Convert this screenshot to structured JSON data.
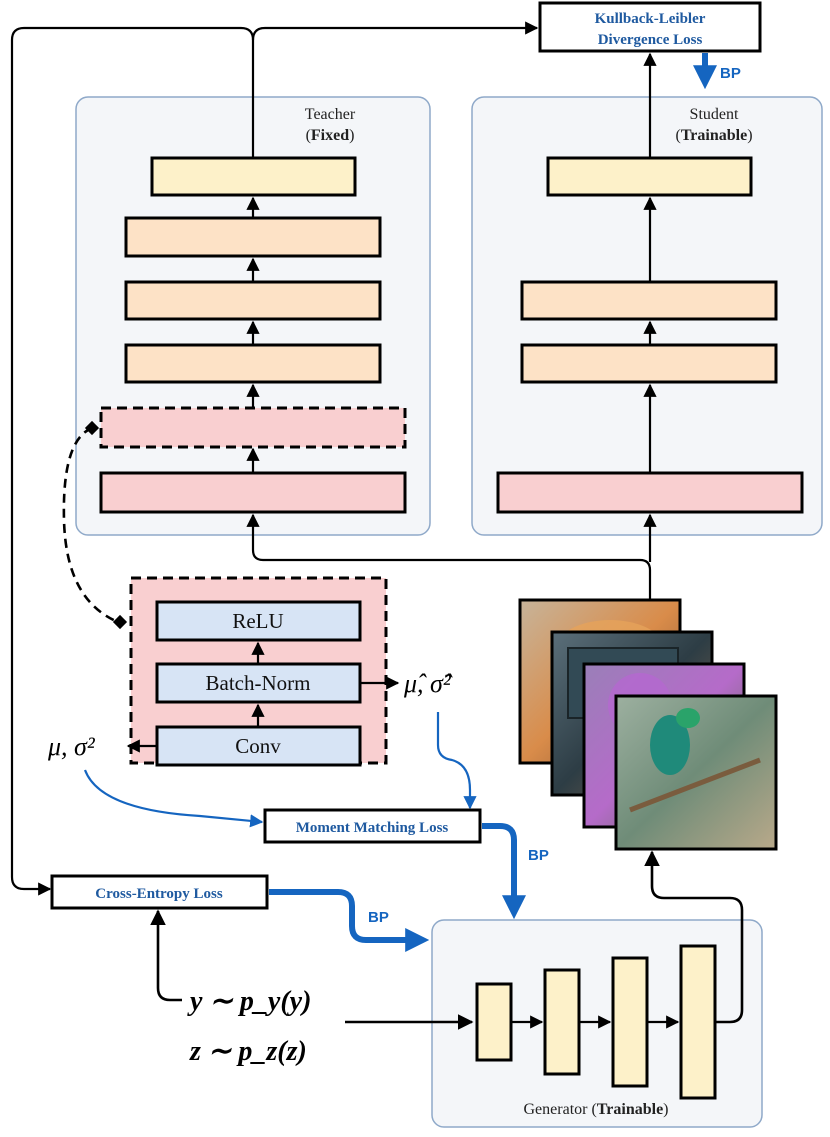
{
  "losses": {
    "kl_line1": "Kullback-Leibler",
    "kl_line2": "Divergence Loss",
    "moment": "Moment Matching Loss",
    "cross_entropy": "Cross-Entropy Loss"
  },
  "bp_label": "BP",
  "teacher": {
    "name": "Teacher",
    "paren_open": "(",
    "status": "Fixed",
    "paren_close": ")"
  },
  "student": {
    "name": "Student",
    "paren_open": "(",
    "status": "Trainable",
    "paren_close": ")"
  },
  "generator": {
    "name": "Generator ",
    "paren_open": "(",
    "status": "Trainable",
    "paren_close": ")"
  },
  "block": {
    "relu": "ReLU",
    "batchnorm": "Batch-Norm",
    "conv": "Conv"
  },
  "math": {
    "batch_stats": "μ̂, σ̂²",
    "running_stats": "μ, σ²",
    "y_sample": "y ∼ p_y(y)",
    "z_sample": "z ∼ p_z(z)"
  },
  "colors": {
    "accent_blue": "#1565c0",
    "loss_text": "#1f5aa0",
    "layer_cream": "#fdf1c9",
    "layer_peach": "#fde2c6",
    "layer_pink": "#f9cfd0",
    "block_blue": "#d7e4f5",
    "panel_bg": "#f4f6f9",
    "panel_border": "#8fa9c9"
  },
  "icons": [
    "arrow-icon",
    "diamond-connector-icon",
    "image-sample-icon"
  ]
}
